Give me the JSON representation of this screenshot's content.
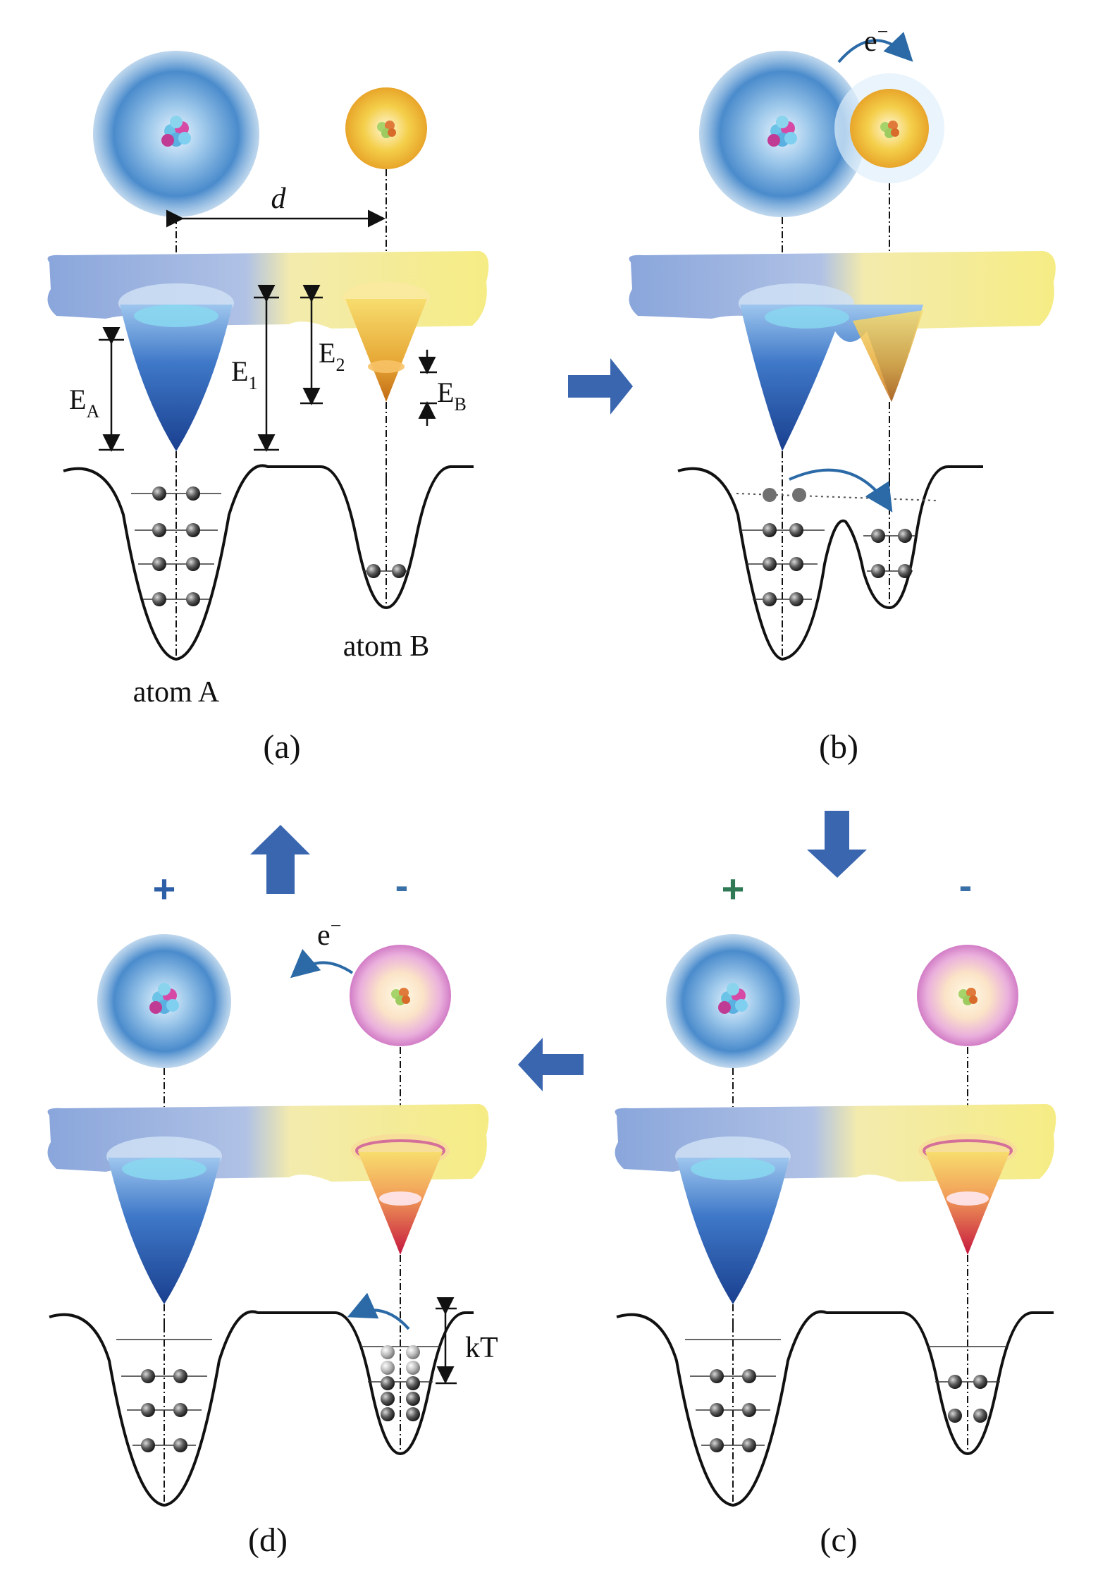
{
  "figure": {
    "panels": {
      "a": {
        "caption": "(a)",
        "distance_label": "d",
        "energy_labels": {
          "EA": {
            "main": "E",
            "sub": "A"
          },
          "E1": {
            "main": "E",
            "sub": "1"
          },
          "E2": {
            "main": "E",
            "sub": "2"
          },
          "EB": {
            "main": "E",
            "sub": "B"
          }
        },
        "atom_A_label": "atom A",
        "atom_B_label": "atom B"
      },
      "b": {
        "caption": "(b)",
        "electron_label": {
          "main": "e",
          "sup": "−"
        }
      },
      "c": {
        "caption": "(c)",
        "charge_A": "+",
        "charge_B": "-"
      },
      "d": {
        "caption": "(d)",
        "charge_A": "+",
        "charge_B": "-",
        "electron_label": {
          "main": "e",
          "sup": "−"
        },
        "thermal_label": "kT"
      }
    },
    "colors": {
      "atom_A": "#3d7fc4",
      "atom_B_neutral": "#f2c433",
      "atom_B_ion": "#e9a6d6",
      "well_A": "#1f4fa0",
      "well_B": "#d9801c",
      "well_B_ion": "#d4204a",
      "arrow": "#3a66b0",
      "plus": "#2d5fa6",
      "minus": "#3a70a8"
    }
  }
}
